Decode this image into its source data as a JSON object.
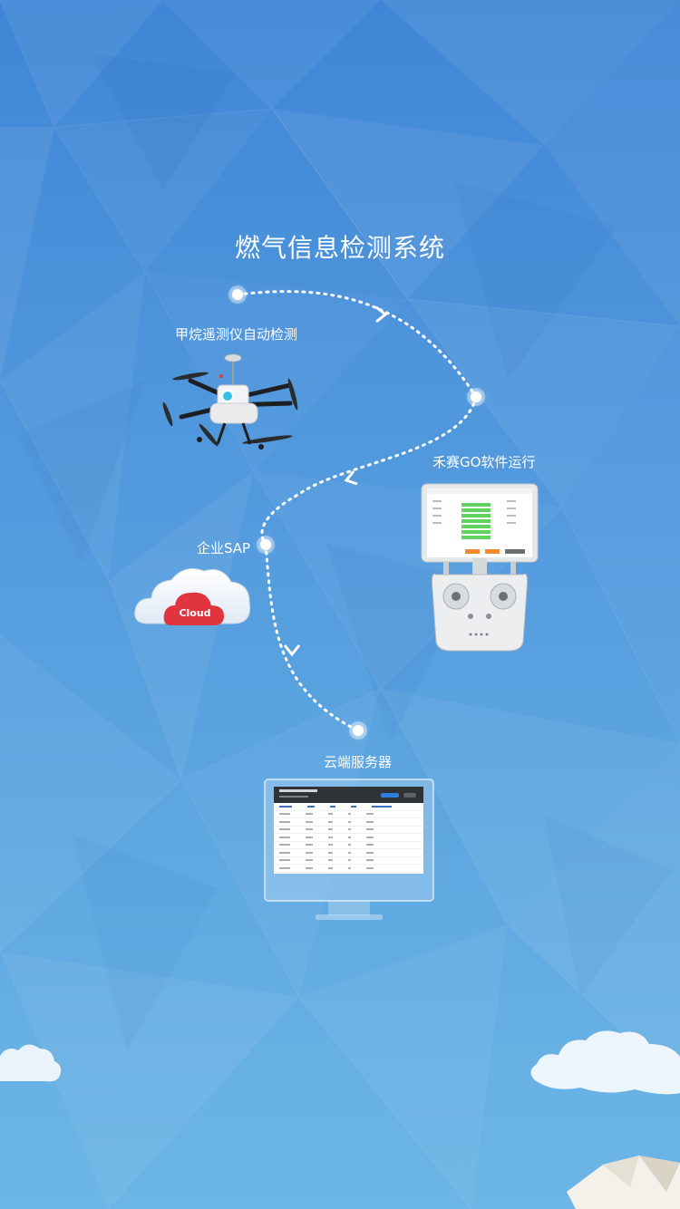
{
  "page": {
    "title": "燃气信息检测系统"
  },
  "steps": [
    {
      "label": "甲烷遥测仪自动检测",
      "icon": "drone-icon"
    },
    {
      "label": "禾赛GO软件运行",
      "icon": "remote-controller-icon"
    },
    {
      "label": "企业SAP",
      "icon": "cloud-icon"
    },
    {
      "label": "云端服务器",
      "icon": "monitor-icon"
    }
  ],
  "cloud_badge": "Cloud",
  "colors": {
    "background_top": "#3f86d6",
    "background_bottom": "#6cb6e6",
    "cloud_badge": "#e0353f",
    "accent_text": "#ffffff"
  }
}
